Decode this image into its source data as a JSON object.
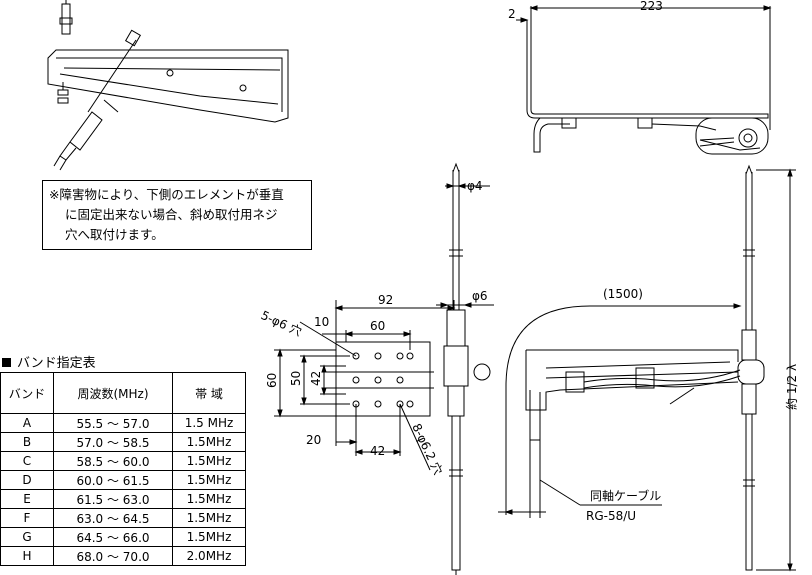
{
  "note": {
    "lines": [
      "※障害物により、下側のエレメントが垂直",
      "に固定出来ない場合、斜め取付用ネジ",
      "穴へ取付けます。"
    ]
  },
  "table": {
    "title": "バンド指定表",
    "headers": [
      "バンド",
      "周波数(MHz)",
      "帯 域"
    ],
    "rows": [
      {
        "band": "A",
        "freq": "55.5 〜 57.0",
        "bw": "1.5 MHz"
      },
      {
        "band": "B",
        "freq": "57.0 〜 58.5",
        "bw": "1.5MHz"
      },
      {
        "band": "C",
        "freq": "58.5 〜 60.0",
        "bw": "1.5MHz"
      },
      {
        "band": "D",
        "freq": "60.0 〜 61.5",
        "bw": "1.5MHz"
      },
      {
        "band": "E",
        "freq": "61.5 〜 63.0",
        "bw": "1.5MHz"
      },
      {
        "band": "F",
        "freq": "63.0 〜 64.5",
        "bw": "1.5MHz"
      },
      {
        "band": "G",
        "freq": "64.5 〜 66.0",
        "bw": "1.5MHz"
      },
      {
        "band": "H",
        "freq": "68.0 〜 70.0",
        "bw": "2.0MHz"
      }
    ]
  },
  "dims": {
    "top_2": "2",
    "top_223": "223",
    "phi4": "φ4",
    "phi6": "φ6",
    "d92": "92",
    "d10": "10",
    "d60_top": "60",
    "d60_left": "60",
    "d50": "50",
    "d42_left": "42",
    "d20": "20",
    "d42_bottom": "42",
    "holes_6": "5-φ6 穴",
    "holes_62": "8-φ6.2 穴",
    "cable_len": "(1500)",
    "half_wave": "約 1/2 λ"
  },
  "cable": {
    "label": "同軸ケーブル",
    "type": "RG-58/U"
  }
}
